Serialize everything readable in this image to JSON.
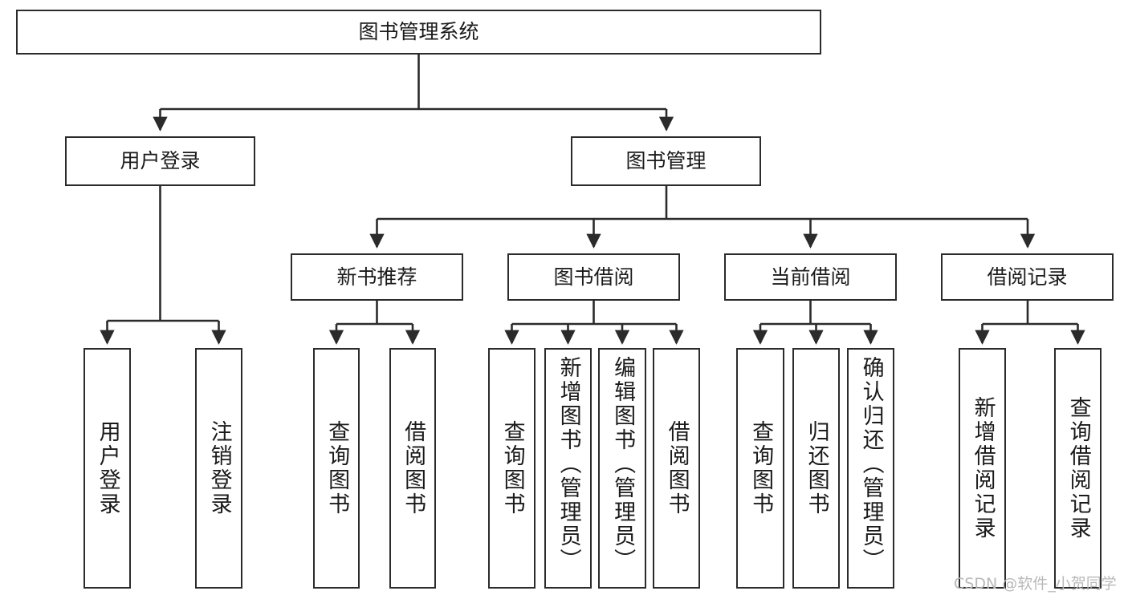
{
  "diagram": {
    "title": "图书管理系统",
    "watermark": "CSDN @软件_小贺同学",
    "colors": {
      "stroke": "#2b2b2b",
      "fill": "#ffffff",
      "text": "#1a1a1a",
      "watermark": "#b9b9b9"
    },
    "root": {
      "label": "图书管理系统"
    },
    "level2": [
      {
        "label": "用户登录"
      },
      {
        "label": "图书管理"
      }
    ],
    "level3": [
      {
        "label": "新书推荐"
      },
      {
        "label": "图书借阅"
      },
      {
        "label": "当前借阅"
      },
      {
        "label": "借阅记录"
      }
    ],
    "leaves": {
      "user_login": [
        {
          "label": "用户登录"
        },
        {
          "label": "注销登录"
        }
      ],
      "new_book": [
        {
          "label": "查询图书"
        },
        {
          "label": "借阅图书"
        }
      ],
      "book_borrow": [
        {
          "label": "查询图书"
        },
        {
          "label": "新增图书（管理员）"
        },
        {
          "label": "编辑图书（管理员）"
        },
        {
          "label": "借阅图书"
        }
      ],
      "current_borrow": [
        {
          "label": "查询图书"
        },
        {
          "label": "归还图书"
        },
        {
          "label": "确认归还（管理员）"
        }
      ],
      "borrow_record": [
        {
          "label": "新增借阅记录"
        },
        {
          "label": "查询借阅记录"
        }
      ]
    }
  }
}
